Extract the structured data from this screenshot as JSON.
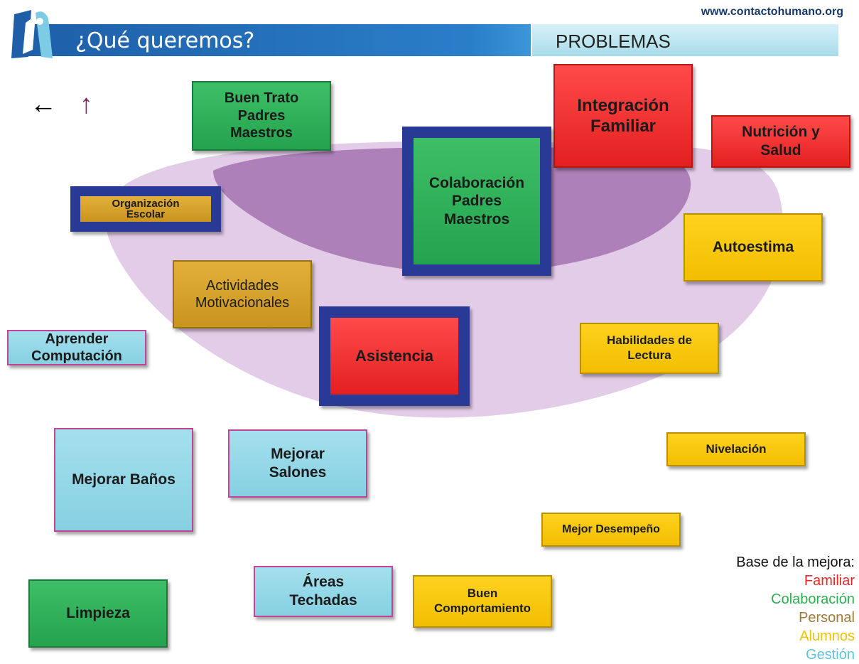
{
  "header": {
    "url": "www.contactohumano.org",
    "title": "¿Qué queremos?",
    "section": "PROBLEMAS",
    "logo_icon": "contacto-humano-logo"
  },
  "nav": {
    "back_icon": "←",
    "up_icon": "↑"
  },
  "boxes": {
    "buen_trato": "Buen Trato Padres Maestros",
    "integracion": "Integración Familiar",
    "nutricion": "Nutrición y Salud",
    "organizacion": "Organización Escolar",
    "colaboracion": "Colaboración Padres Maestros",
    "autoestima": "Autoestima",
    "actividades": "Actividades Motivacionales",
    "asistencia": "Asistencia",
    "aprender": "Aprender Computación",
    "habilidades": "Habilidades de Lectura",
    "nivelacion": "Nivelación",
    "banos": "Mejorar Baños",
    "salones": "Mejorar Salones",
    "desempeno": "Mejor Desempeño",
    "areas": "Áreas Techadas",
    "comportamiento": "Buen Comportamiento",
    "limpieza": "Limpieza"
  },
  "legend": {
    "title": "Base de la mejora:",
    "items": [
      {
        "label": "Familiar",
        "color": "#e8282a"
      },
      {
        "label": "Colaboración",
        "color": "#2bb04f"
      },
      {
        "label": "Personal",
        "color": "#a07a3a"
      },
      {
        "label": "Alumnos",
        "color": "#f2c200"
      },
      {
        "label": "Gestión",
        "color": "#5fc3dc"
      }
    ]
  }
}
